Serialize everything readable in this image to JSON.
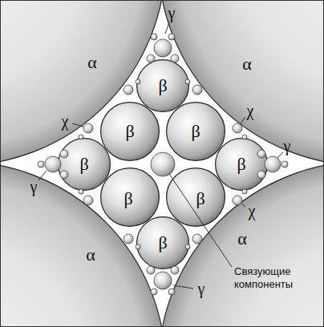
{
  "diagram": {
    "nodes": [
      {
        "text": [
          "α"
        ]
      },
      {
        "text": [
          "α"
        ]
      },
      {
        "text": [
          "β"
        ]
      },
      {
        "text": [
          "β"
        ]
      },
      {
        "text": [
          "β"
        ]
      },
      {
        "text": [
          "β"
        ]
      },
      {
        "text": [
          "β"
        ]
      },
      {
        "text": [
          "β"
        ]
      },
      {
        "text": [
          "β"
        ]
      },
      {
        "text": [
          "α"
        ]
      },
      {
        "text": [
          "β"
        ]
      },
      {
        "text": [
          "α"
        ]
      }
    ],
    "labels": [
      "γ",
      "χ",
      "χ",
      "γ",
      "γ",
      "χ",
      "Связующие компоненты",
      "γ"
    ]
  }
}
